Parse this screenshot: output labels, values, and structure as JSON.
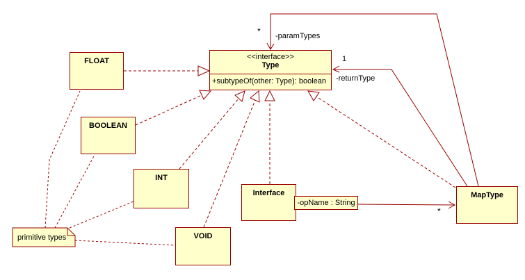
{
  "colors": {
    "box_fill": "#ffffcc",
    "line": "#990000",
    "text": "#000000",
    "background": "#ffffff"
  },
  "classes": {
    "float_class": {
      "name": "FLOAT"
    },
    "boolean_class": {
      "name": "BOOLEAN"
    },
    "int_class": {
      "name": "INT"
    },
    "void_class": {
      "name": "VOID"
    },
    "interface_class": {
      "name": "Interface"
    },
    "map_type_class": {
      "name": "MapType"
    },
    "type_interface": {
      "stereotype": "<<interface>>",
      "name": "Type",
      "operation": "+subtypeOf(other: Type): boolean"
    }
  },
  "note": {
    "text": "primitive types"
  },
  "edges": {
    "param_types": {
      "label": "-paramTypes",
      "multiplicity": "*"
    },
    "return_type": {
      "label": "-returnType",
      "multiplicity": "1"
    },
    "op_name": {
      "label": "-opName : String",
      "multiplicity": "*"
    }
  }
}
